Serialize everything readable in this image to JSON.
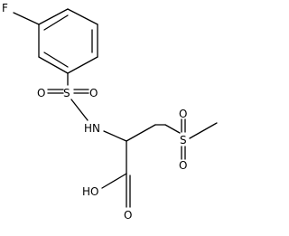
{
  "diagram": {
    "labels": {
      "fluorine": "F",
      "sulfonamide_sulfur": "S",
      "sulfonamide_oxygen_left": "O",
      "sulfonamide_oxygen_right": "O",
      "nitrogen": "HN",
      "sulfone_sulfur": "S",
      "sulfone_oxygen_top": "O",
      "sulfone_oxygen_bottom": "O",
      "hydroxyl": "HO",
      "carbonyl_oxygen": "O"
    },
    "colors": {
      "bond": "#000000",
      "text": "#000000",
      "background": "#ffffff"
    }
  }
}
